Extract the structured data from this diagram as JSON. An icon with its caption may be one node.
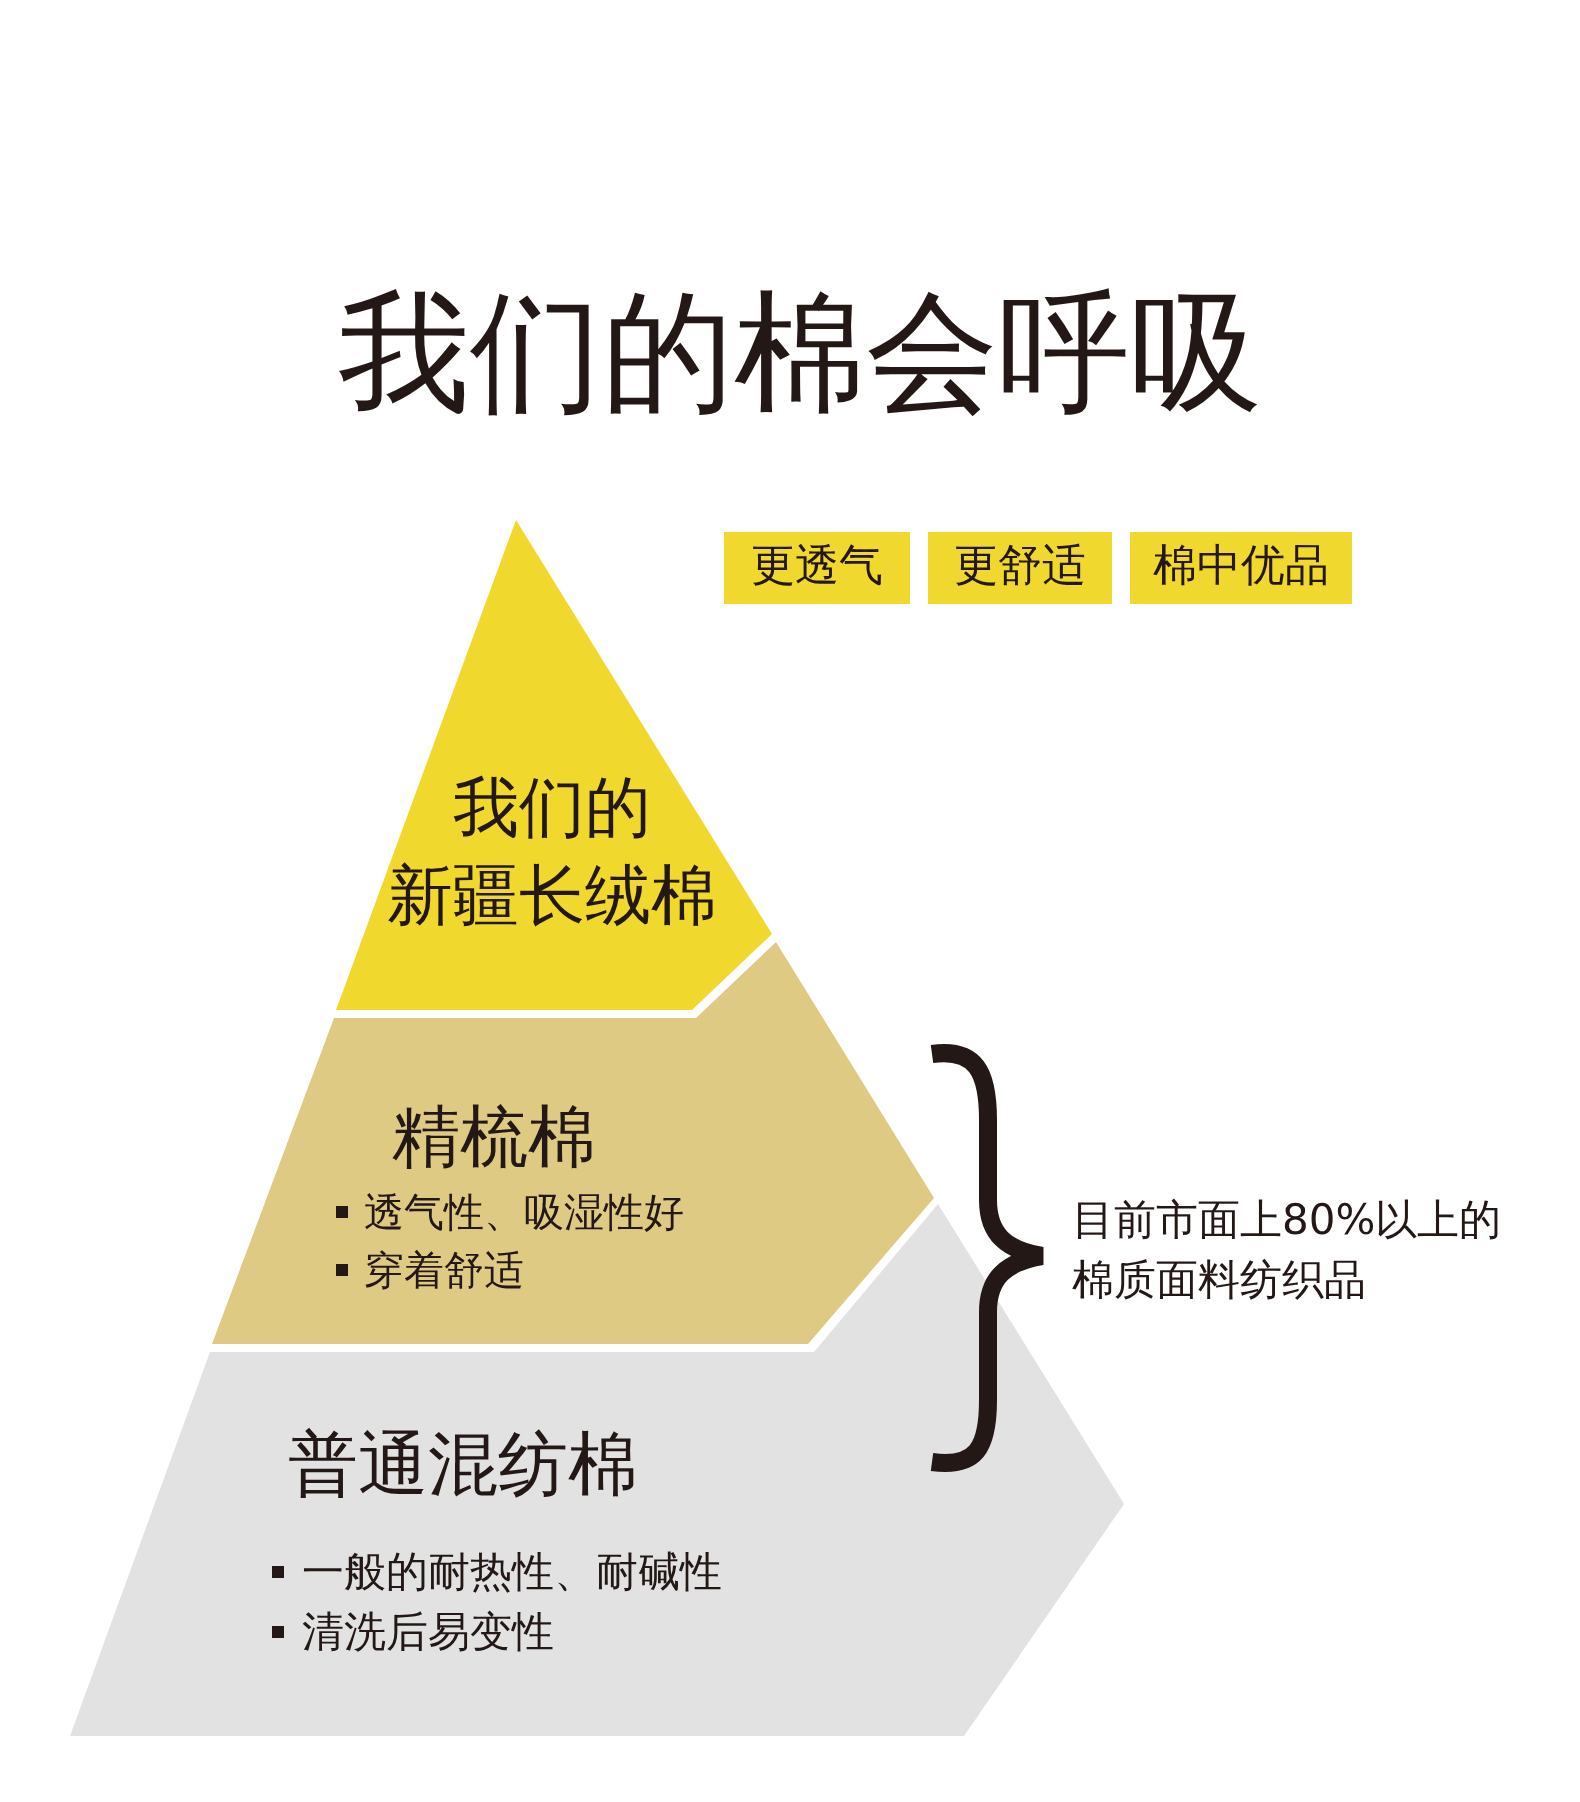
{
  "diagram": {
    "title": "我们的棉会呼吸",
    "nodes": [
      {
        "text": [
          "我们的新疆长绒棉"
        ]
      },
      {
        "text": [
          "更透气"
        ]
      },
      {
        "text": [
          "更舒适"
        ]
      },
      {
        "text": [
          "棉中优品"
        ]
      },
      {
        "text": [
          "精梳棉",
          "透气性、吸湿性好",
          "穿着舒适"
        ]
      },
      {
        "text": [
          "普通混纺棉",
          "一般的耐热性、耐碱性",
          "清洗后易变性"
        ]
      }
    ],
    "labels": [
      "目前市面上80%以上的棉质面料纺织品"
    ]
  }
}
